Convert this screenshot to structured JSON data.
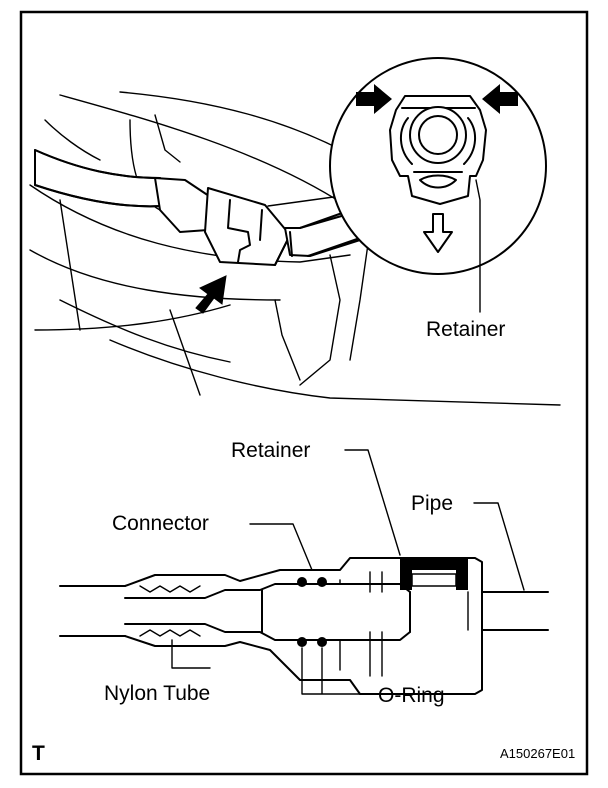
{
  "labels": {
    "retainer_detail": "Retainer",
    "retainer_section": "Retainer",
    "pipe": "Pipe",
    "connector": "Connector",
    "nylon_tube": "Nylon Tube",
    "o_ring": "O-Ring"
  },
  "corner_mark": "T",
  "figure_code": "A150267E01"
}
